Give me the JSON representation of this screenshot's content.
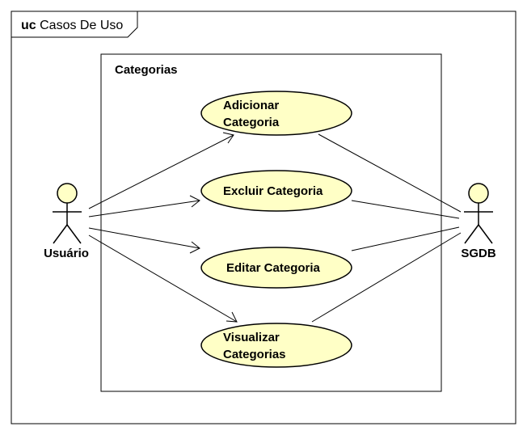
{
  "frame": {
    "keyword": "uc",
    "name": "Casos De Uso"
  },
  "system": {
    "name": "Categorias"
  },
  "actors": {
    "left": {
      "name": "Usuário"
    },
    "right": {
      "name": "SGDB"
    }
  },
  "use_cases": [
    {
      "line1": "Adicionar",
      "line2": "Categoria"
    },
    {
      "line1": "Excluir Categoria",
      "line2": ""
    },
    {
      "line1": "Editar Categoria",
      "line2": ""
    },
    {
      "line1": "Visualizar",
      "line2": "Categorias"
    }
  ],
  "colors": {
    "usecase_fill": "#FFFFC6",
    "actor_head_fill": "#FFFFC6",
    "stroke": "#000000"
  }
}
